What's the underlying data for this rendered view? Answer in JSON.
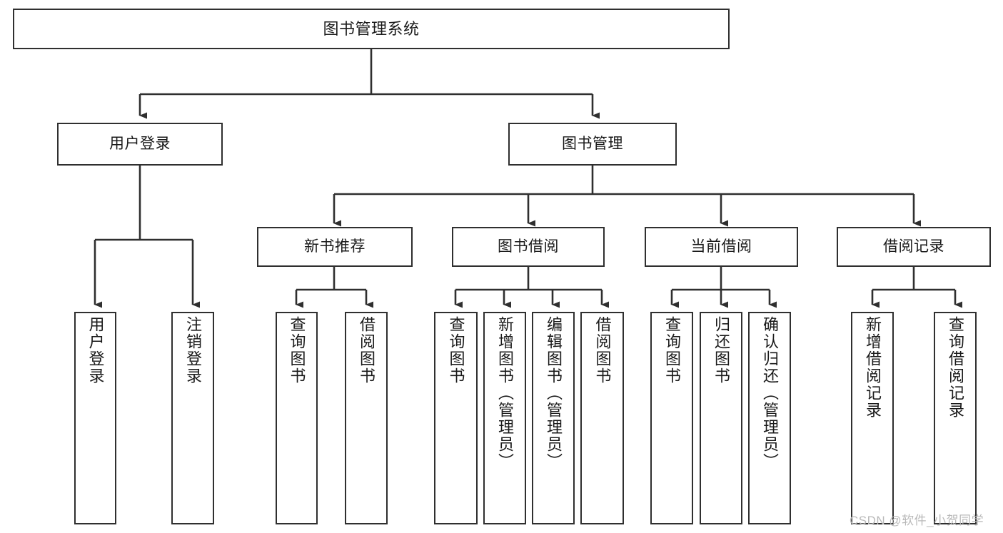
{
  "diagram": {
    "title": "图书管理系统",
    "stroke_color": "#2f2f2f",
    "background_color": "#ffffff",
    "text_color": "#1a1a1a"
  },
  "nodes": {
    "root": {
      "label": "图书管理系统"
    },
    "level2": [
      {
        "id": "user-login",
        "label": "用户登录"
      },
      {
        "id": "book-manage",
        "label": "图书管理"
      }
    ],
    "level3": [
      {
        "id": "new-book-recommend",
        "label": "新书推荐"
      },
      {
        "id": "book-borrow",
        "label": "图书借阅"
      },
      {
        "id": "current-borrow",
        "label": "当前借阅"
      },
      {
        "id": "borrow-record",
        "label": "借阅记录"
      }
    ],
    "leaves_user_login": [
      {
        "id": "leaf-user-login",
        "label": "用户登录"
      },
      {
        "id": "leaf-user-logout",
        "label": "注销登录"
      }
    ],
    "leaves_new_book_recommend": [
      {
        "id": "leaf-query-book-1",
        "label": "查询图书"
      },
      {
        "id": "leaf-borrow-book-1",
        "label": "借阅图书"
      }
    ],
    "leaves_book_borrow": [
      {
        "id": "leaf-query-book-2",
        "label": "查询图书"
      },
      {
        "id": "leaf-add-book",
        "label": "新增图书（管理员）"
      },
      {
        "id": "leaf-edit-book",
        "label": "编辑图书（管理员）"
      },
      {
        "id": "leaf-borrow-book-2",
        "label": "借阅图书"
      }
    ],
    "leaves_current_borrow": [
      {
        "id": "leaf-query-book-3",
        "label": "查询图书"
      },
      {
        "id": "leaf-return-book",
        "label": "归还图书"
      },
      {
        "id": "leaf-confirm-return",
        "label": "确认归还（管理员）"
      }
    ],
    "leaves_borrow_record": [
      {
        "id": "leaf-add-borrow-record",
        "label": "新增借阅记录"
      },
      {
        "id": "leaf-query-borrow-record",
        "label": "查询借阅记录"
      }
    ]
  },
  "watermark": {
    "text": "CSDN @软件_小贺同学"
  }
}
